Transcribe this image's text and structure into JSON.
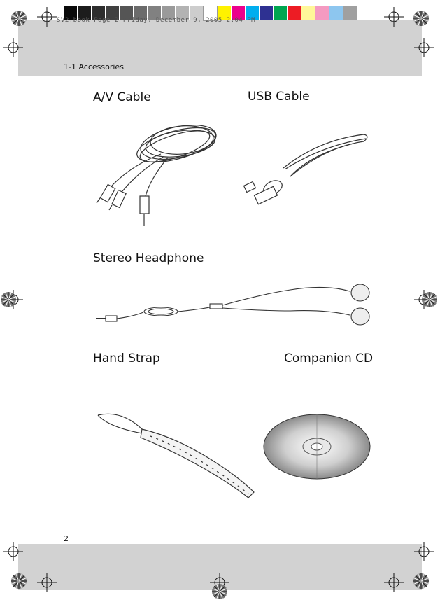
{
  "header": {
    "slug_text": "SV2.book  Page 2  Friday, December 9, 2005  2:04 PM",
    "section": "1-1 Accessories"
  },
  "color_swatches": [
    "#0a0a0a",
    "#1c1c1c",
    "#2e2e2e",
    "#404040",
    "#555555",
    "#6b6b6b",
    "#818181",
    "#9a9a9a",
    "#b3b3b3",
    "#cdcdcd",
    "#ffffff",
    "#fff200",
    "#ec008c",
    "#00aeef",
    "#2e3192",
    "#00a651",
    "#ed1c24",
    "#fff799",
    "#f49ac1",
    "#8dc6ef",
    "#a0a0a0"
  ],
  "items": {
    "av_cable": "A/V Cable",
    "usb_cable": "USB Cable",
    "stereo_headphone": "Stereo Headphone",
    "hand_strap": "Hand Strap",
    "companion_cd": "Companion CD"
  },
  "footer": {
    "page_number": "2"
  }
}
